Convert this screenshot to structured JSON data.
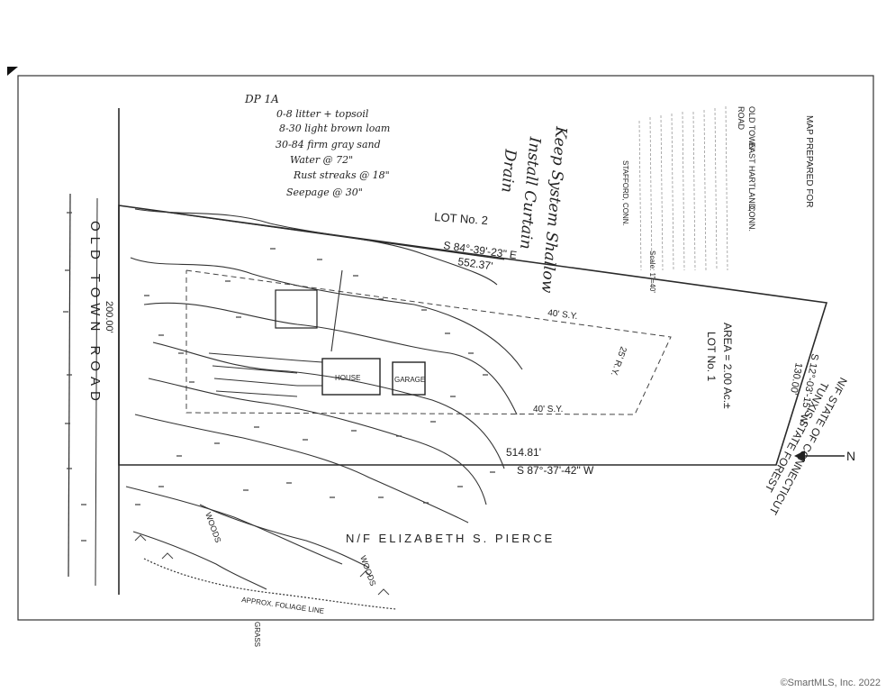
{
  "soil_notes": {
    "title": "DP 1A",
    "lines": [
      "0-8 litter + topsoil",
      "8-30 light brown loam",
      "30-84 firm gray sand",
      "Water @ 72\"",
      "Rust streaks @ 18\"",
      "Seepage @ 30\""
    ]
  },
  "handwritten_note": [
    "Keep System Shallow",
    "Install Curtain",
    "Drain"
  ],
  "title_block": {
    "lines": [
      "MAP PREPARED FOR",
      "OLD TOWN",
      "EAST HARTLAND,",
      "CONN.",
      "ROAD",
      "Scale: 1\"=40'",
      "STAFFORD, CONN."
    ]
  },
  "lot_labels": {
    "lot2": "LOT No. 2",
    "lot1": "LOT No. 1",
    "area": "AREA = 2.00 Ac.±"
  },
  "bearings": {
    "north_line": "S 84°-39'-23\" E",
    "north_dist": "552.37'",
    "south_line": "S 87°-37'-42\" W",
    "south_dist": "514.81'",
    "east_line": "S 12°-03'-15\" W",
    "east_dist": "130.00'",
    "road_dist": "200.00'"
  },
  "setbacks": {
    "top": "40' S.Y.",
    "right": "25' R.Y.",
    "bottom": "40' S.Y."
  },
  "road_label": "OLD TOWN ROAD",
  "abutters": {
    "south": "N/F ELIZABETH S. PIERCE",
    "east": [
      "N/F STATE OF CONNECTICUT",
      "TUNXIS STATE FOREST"
    ]
  },
  "north_arrow_label": "N",
  "ground_labels": {
    "woods_left": "WOODS",
    "woods_right": "WOODS",
    "foliage_line": "APPROX. FOLIAGE LINE",
    "grass": "GRASS"
  },
  "structures": {
    "house": "HOUSE",
    "garage": "GARAGE"
  },
  "copyright": "©SmartMLS, Inc.  2022"
}
